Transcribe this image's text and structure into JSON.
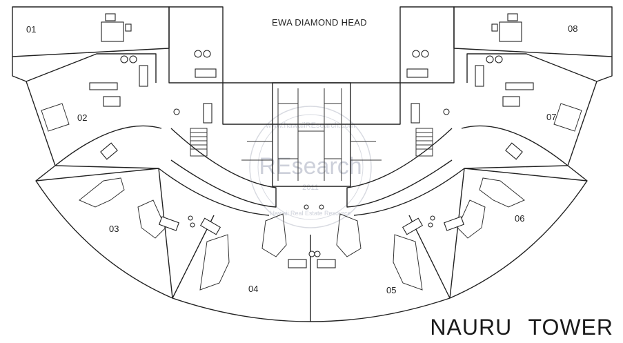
{
  "diagram": {
    "heading": "EWA DIAMOND HEAD",
    "title": "NAURU TOWER",
    "units": [
      {
        "id": "unit-01",
        "label": "01"
      },
      {
        "id": "unit-02",
        "label": "02"
      },
      {
        "id": "unit-03",
        "label": "03"
      },
      {
        "id": "unit-04",
        "label": "04"
      },
      {
        "id": "unit-05",
        "label": "05"
      },
      {
        "id": "unit-06",
        "label": "06"
      },
      {
        "id": "unit-07",
        "label": "07"
      },
      {
        "id": "unit-08",
        "label": "08"
      }
    ],
    "watermark": {
      "text": "REsearch",
      "ring_text": "www.hawaiiREsearch.com",
      "year": "2011",
      "subtitle": "Hawaii Real Estate Resource"
    }
  }
}
